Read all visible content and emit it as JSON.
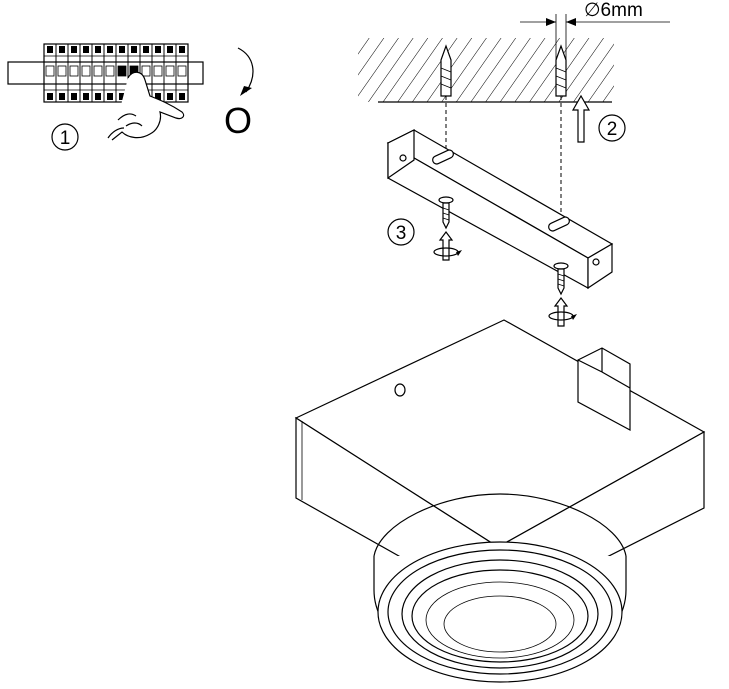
{
  "steps": {
    "step1": "1",
    "step2": "2",
    "step3": "3"
  },
  "switch_position_label": "O",
  "hole_diameter_label": "∅6mm",
  "icons": [
    "breaker-panel-icon",
    "hand-icon",
    "rotate-arrow-icon",
    "push-up-arrow-icon",
    "screwdriver-rotation-icon"
  ]
}
